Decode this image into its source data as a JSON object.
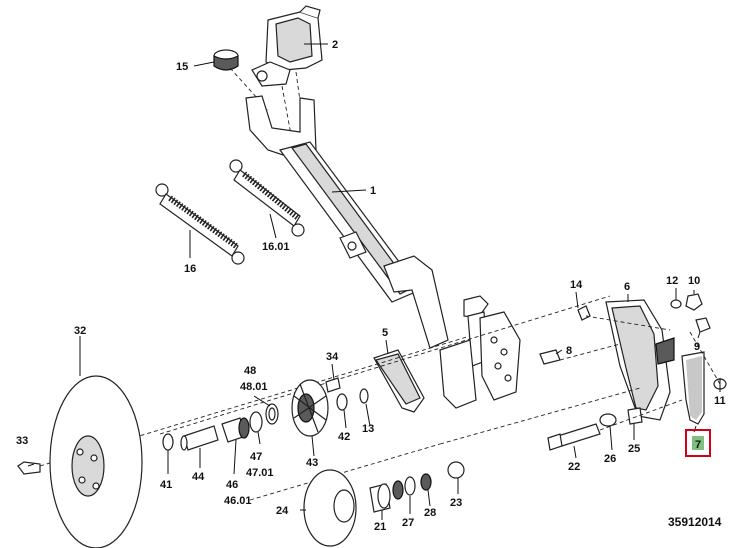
{
  "figure_id": "35912014",
  "highlight_color": "#d0021b",
  "highlighted_label": "7",
  "labels": {
    "l1": "1",
    "l2": "2",
    "l5": "5",
    "l6": "6",
    "l7": "7",
    "l8": "8",
    "l9": "9",
    "l10": "10",
    "l11": "11",
    "l12": "12",
    "l13": "13",
    "l14": "14",
    "l15": "15",
    "l16": "16",
    "l16_01": "16.01",
    "l21": "21",
    "l22": "22",
    "l23": "23",
    "l24": "24",
    "l25": "25",
    "l26": "26",
    "l27": "27",
    "l28": "28",
    "l32": "32",
    "l33": "33",
    "l34": "34",
    "l41": "41",
    "l42": "42",
    "l43": "43",
    "l44": "44",
    "l46": "46",
    "l46_01": "46.01",
    "l47": "47",
    "l47_01": "47.01",
    "l48": "48",
    "l48_01": "48.01"
  }
}
